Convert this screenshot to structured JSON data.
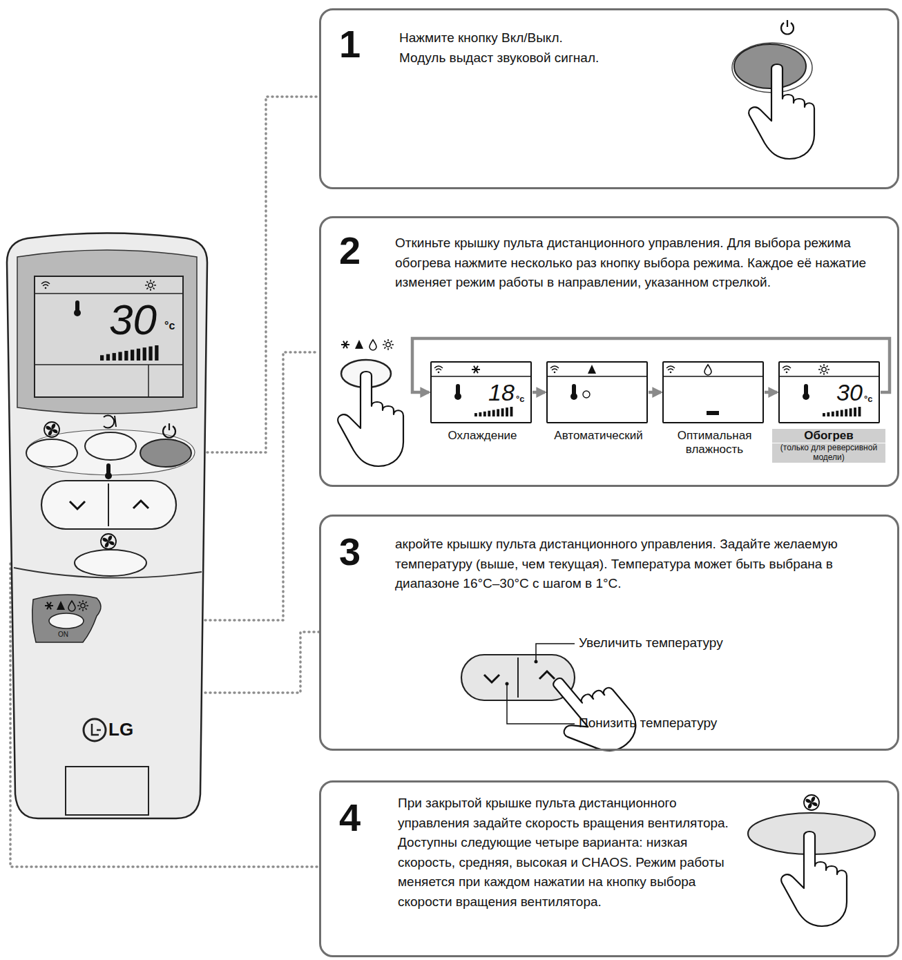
{
  "diagram": {
    "nodes": [
      {
        "text": [
          "1",
          "Нажмите кнопку Вкл/Выкл. Модуль выдаст звуковой сигнал."
        ]
      },
      {
        "text": [
          "2",
          "Откиньте крышку пульта дистанционного управления. Для выбора режима обогрева нажмите несколько раз кнопку выбора режима. Каждое её нажатие изменяет режим работы в направлении, указанном стрелкой."
        ]
      },
      {
        "text": [
          "18",
          "°c",
          "Охлаждение"
        ],
        "in": 1
      },
      {
        "text": [
          "Автоматический"
        ],
        "in": 1
      },
      {
        "text": [
          "Оптимальная влажность"
        ],
        "in": 1
      },
      {
        "text": [
          "30",
          "°c",
          "Обогрев",
          "(только для реверсивной модели)"
        ],
        "in": 1
      },
      {
        "text": [
          "3",
          "акройте крышку пульта дистанционного управления. Задайте желаемую температуру (выше, чем текущая). Температура может быть выбрана в диапазоне 16°C–30°C с шагом в 1°C."
        ]
      },
      {
        "text": [
          "4",
          "При закрытой крышке пульта дистанционного управления задайте скорость вращения вентилятора. Доступны следующие четыре варианта: низкая скорость, средняя, высокая и CHAOS. Режим работы меняется при каждом нажатии на кнопку выбора скорости вращения вентилятора."
        ]
      }
    ],
    "edges": [
      {
        "from": 2,
        "to": 3,
        "arrow": "to"
      },
      {
        "from": 3,
        "to": 4,
        "arrow": "to"
      },
      {
        "from": 4,
        "to": 5,
        "arrow": "to"
      },
      {
        "from": 5,
        "to": 2,
        "arrow": "to"
      }
    ],
    "labels": [
      "30",
      "°c",
      "ON",
      "LG",
      "Увеличить температуру",
      "Понизить температуру"
    ]
  }
}
